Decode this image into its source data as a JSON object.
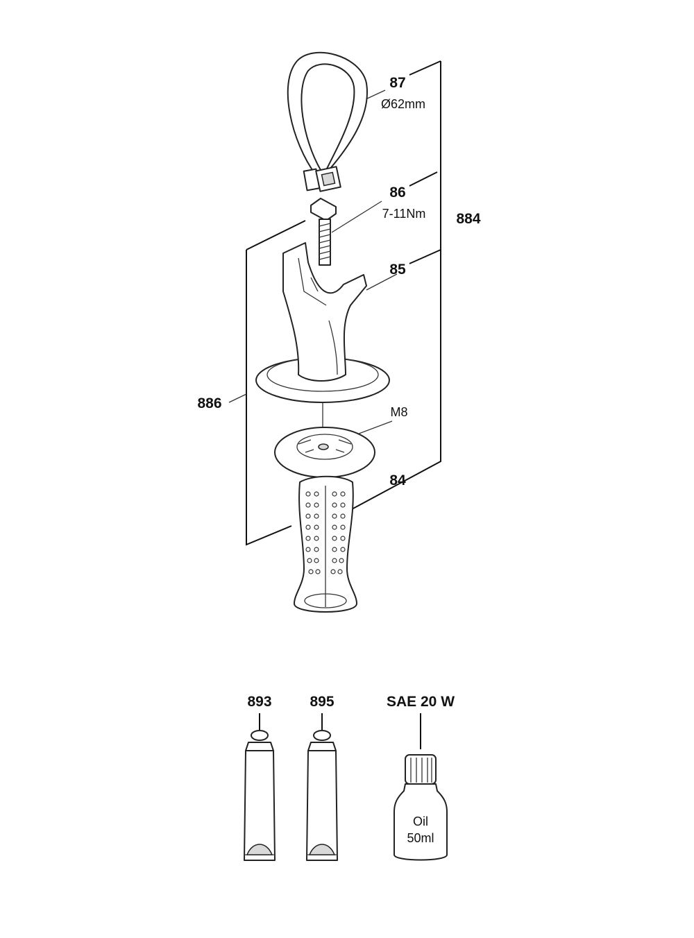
{
  "callouts": {
    "p87": {
      "number": "87",
      "spec": "Ø62mm"
    },
    "p86": {
      "number": "86",
      "spec": "7-11Nm"
    },
    "p884": {
      "number": "884"
    },
    "p85": {
      "number": "85"
    },
    "p886": {
      "number": "886"
    },
    "m8": {
      "text": "M8"
    },
    "p84": {
      "number": "84"
    },
    "p893": {
      "number": "893"
    },
    "p895": {
      "number": "895"
    },
    "sae": {
      "text": "SAE 20 W"
    }
  },
  "oil_bottle": {
    "line1": "Oil",
    "line2": "50ml"
  }
}
